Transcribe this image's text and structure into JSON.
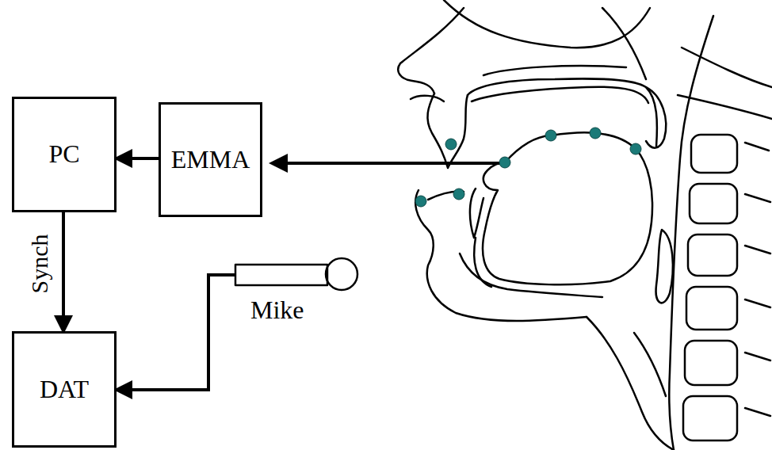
{
  "diagram": {
    "nodes": [
      {
        "text": [
          "PC"
        ]
      },
      {
        "text": [
          "EMMA"
        ]
      },
      {
        "text": [
          "Mike"
        ]
      },
      {
        "text": [
          "DAT"
        ]
      }
    ],
    "edges": [
      {
        "from": 1,
        "to": 0,
        "arrow": "to"
      },
      {
        "from": 0,
        "to": 3,
        "label": "Synch",
        "arrow": "to"
      },
      {
        "from": 2,
        "to": 3,
        "arrow": "to"
      }
    ]
  }
}
